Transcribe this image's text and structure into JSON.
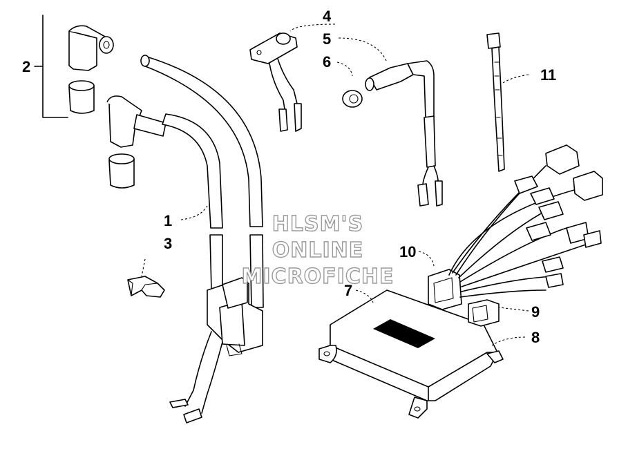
{
  "watermark": {
    "line1": "HLSM'S",
    "line2": "ONLINE",
    "line3": "MICROFICHE"
  },
  "callouts": {
    "c1": "1",
    "c2": "2",
    "c3": "3",
    "c4": "4",
    "c5": "5",
    "c6": "6",
    "c7": "7",
    "c8": "8",
    "c9": "9",
    "c10": "10",
    "c11": "11"
  }
}
